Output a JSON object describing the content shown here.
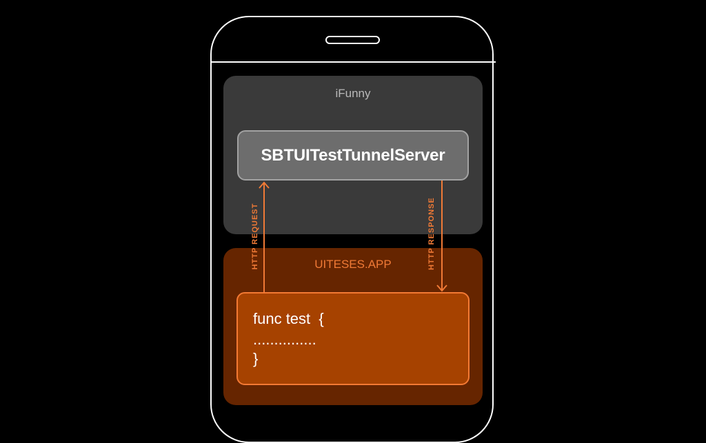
{
  "diagram": {
    "panels": {
      "app": {
        "title": "iFunny"
      },
      "tests": {
        "title": "UITESES.APP"
      }
    },
    "server_box": {
      "label": "SBTUITestTunnelServer"
    },
    "code_box": {
      "lines": [
        "func test  {",
        "...............",
        "}"
      ]
    },
    "arrows": {
      "request": {
        "label": "HTTP REQUEST",
        "from": "code_box",
        "to": "server_box"
      },
      "response": {
        "label": "HTTP RESPONSE",
        "from": "server_box",
        "to": "code_box"
      }
    },
    "colors": {
      "background": "#000000",
      "outline": "#ffffff",
      "app_panel": "#3a3a3a",
      "server_box": "#6d6d6d",
      "tests_panel": "#662500",
      "code_box": "#a64200",
      "accent": "#f07a36"
    }
  }
}
